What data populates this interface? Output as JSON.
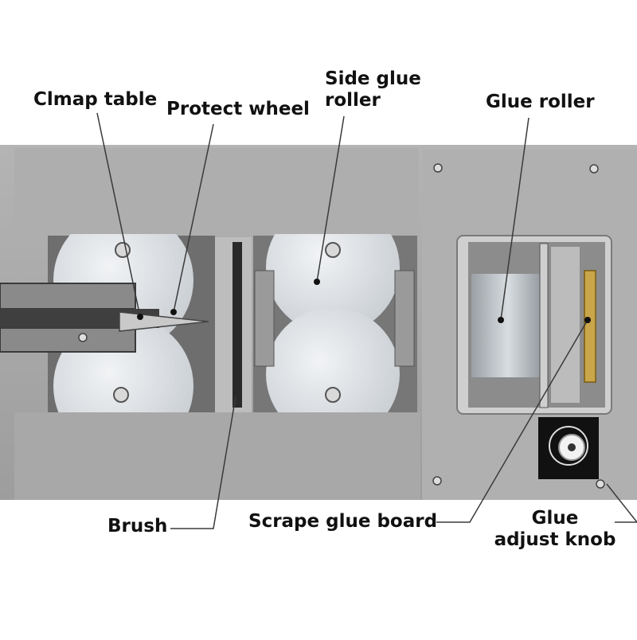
{
  "labels": {
    "clamp_table": "Clmap table",
    "protect_wheel": "Protect wheel",
    "side_glue_roller_line1": "Side glue",
    "side_glue_roller_line2": "roller",
    "glue_roller": "Glue roller",
    "brush": "Brush",
    "scrape_glue_board": "Scrape glue board",
    "glue_adjust_knob_line1": "Glue",
    "glue_adjust_knob_line2": "adjust knob"
  },
  "colors": {
    "machine_plate": "#a9a9a9",
    "machine_dark": "#5c5c5c",
    "roller": "#e2e6ea",
    "glue_board": "#c9a64a",
    "leader_line": "#3a3a3a"
  }
}
